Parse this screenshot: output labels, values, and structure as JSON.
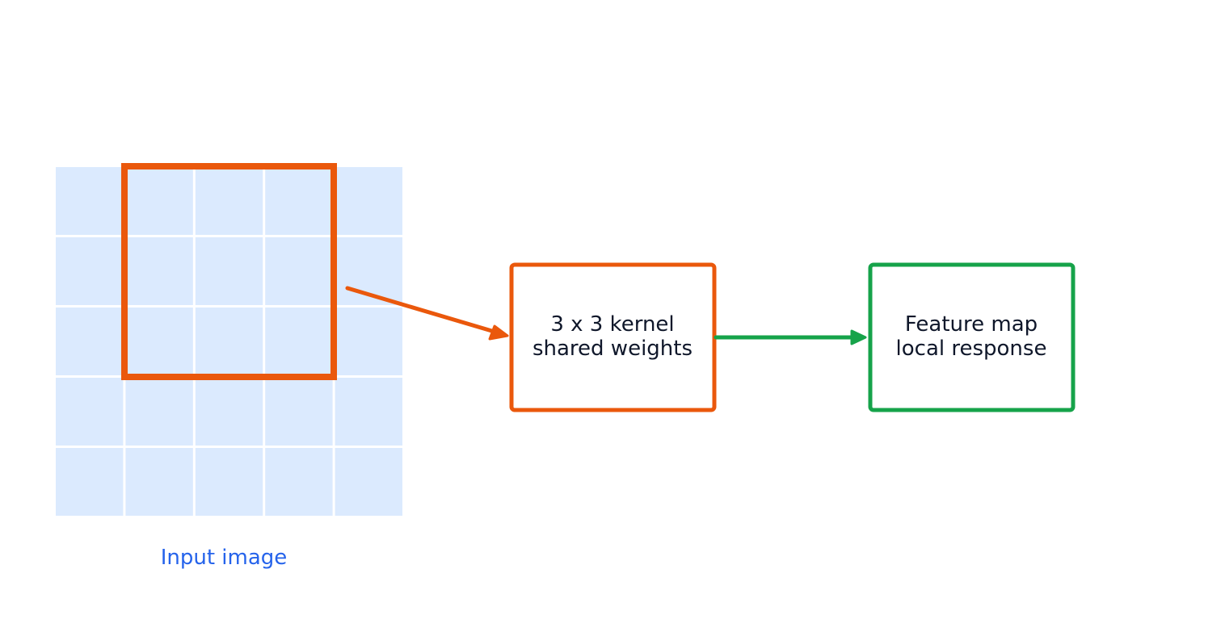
{
  "colors": {
    "background": "#ffffff",
    "grid_cell": "#dbeafe",
    "grid_line": "#ffffff",
    "kernel": "#ea580c",
    "feature": "#16a34a",
    "text_dark": "#0f172a",
    "input_label": "#2563eb"
  },
  "input_image": {
    "label": "Input image",
    "rows": 5,
    "cols": 5
  },
  "kernel_window": {
    "rows": 3,
    "cols": 3
  },
  "kernel_box": {
    "line1": "3 x 3 kernel",
    "line2": "shared weights"
  },
  "feature_box": {
    "line1": "Feature map",
    "line2": "local response"
  }
}
